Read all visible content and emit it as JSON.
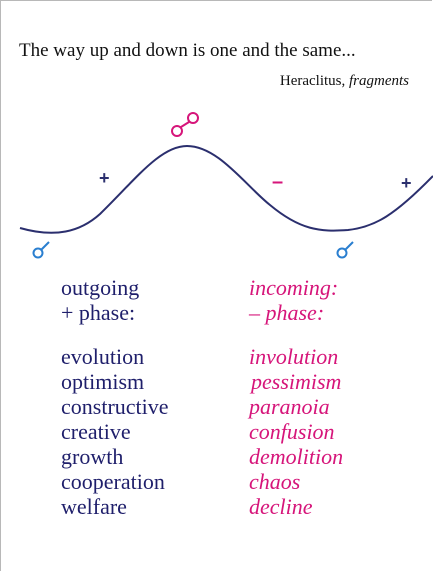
{
  "quote": {
    "text": "The way up and down is one and the same...",
    "author": "Heraclitus,",
    "source": "fragments"
  },
  "symbols": {
    "plus": "+",
    "minus": "–"
  },
  "colors": {
    "wave": "#2b2f6e",
    "left_text": "#1f1f6b",
    "right_text": "#d6157a",
    "plus": "#2b2f6e",
    "minus": "#d6157a",
    "trough_symbol": "#2a7fd0",
    "peak_symbol": "#d6157a"
  },
  "left": {
    "header_line1": "outgoing",
    "header_line2": "+ phase:",
    "items": [
      "evolution",
      "optimism",
      "constructive",
      "creative",
      "growth",
      "cooperation",
      "welfare"
    ]
  },
  "right": {
    "header_line1": "incoming:",
    "header_line2": "– phase:",
    "items": [
      "involution",
      "pessimism",
      "paranoia",
      "confusion",
      "demolition",
      "chaos",
      "decline"
    ]
  }
}
